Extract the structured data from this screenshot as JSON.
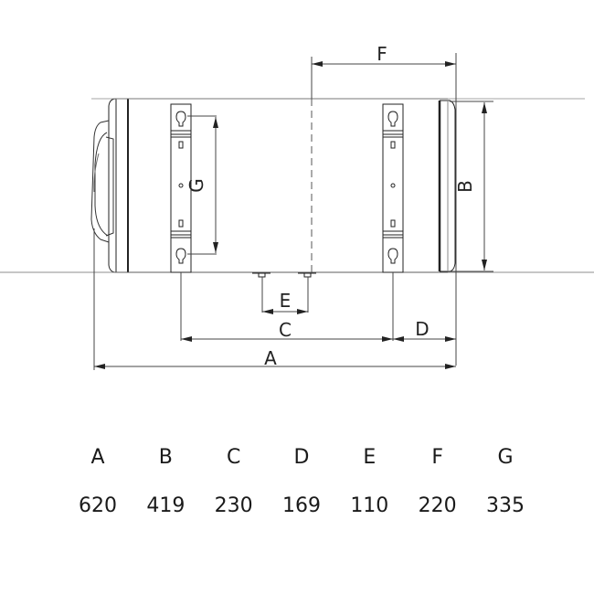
{
  "diagram": {
    "labels": {
      "A": "A",
      "B": "B",
      "C": "C",
      "D": "D",
      "E": "E",
      "F": "F",
      "G": "G"
    }
  },
  "table": {
    "headers": [
      "A",
      "B",
      "C",
      "D",
      "E",
      "F",
      "G"
    ],
    "values": [
      "620",
      "419",
      "230",
      "169",
      "110",
      "220",
      "335"
    ]
  },
  "colors": {
    "line": "#222222",
    "dim_line": "#555555",
    "background": "#ffffff"
  }
}
